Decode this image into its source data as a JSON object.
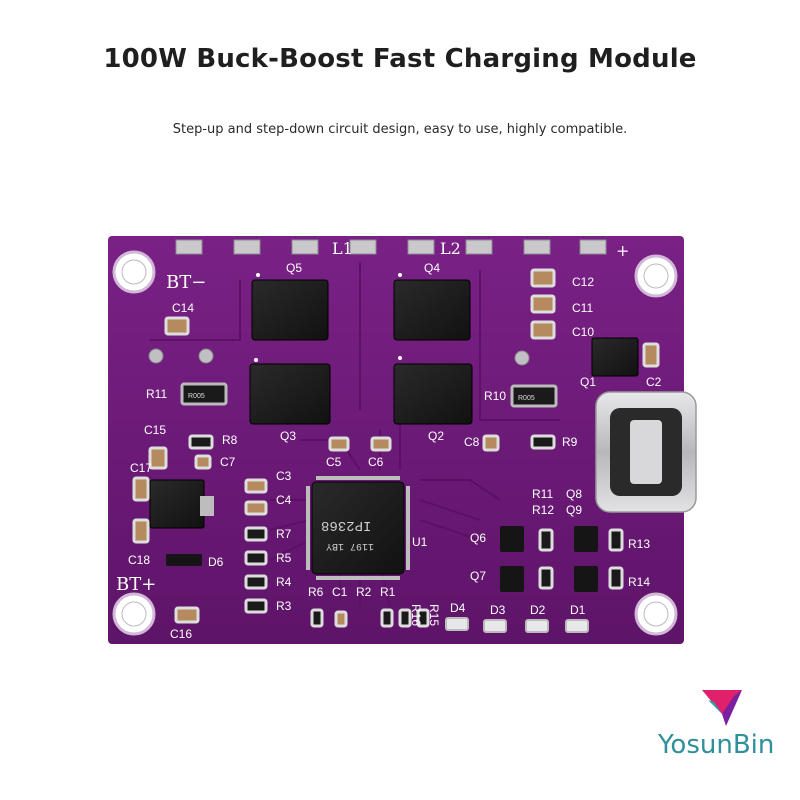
{
  "header": {
    "title": "100W Buck-Boost Fast Charging Module",
    "subtitle": "Step-up and step-down circuit design, easy to use, highly compatible."
  },
  "brand": {
    "name": "YosunBin"
  },
  "board": {
    "silk_labels": {
      "bt_minus": "BT−",
      "bt_plus": "BT+",
      "plus_right": "+",
      "q5": "Q5",
      "q4": "Q4",
      "q3": "Q3",
      "q2": "Q2",
      "q1": "Q1",
      "l1": "L1",
      "l2": "L2",
      "c14": "C14",
      "c12": "C12",
      "c11": "C11",
      "c10": "C10",
      "c2": "C2",
      "r11": "R11",
      "r10": "R10",
      "r005a": "R005",
      "r005b": "R005",
      "c15": "C15",
      "r8": "R8",
      "c7": "C7",
      "c5": "C5",
      "c6": "C6",
      "c8": "C8",
      "r9": "R9",
      "c17": "C17",
      "c3": "C3",
      "c4": "C4",
      "r7": "R7",
      "r5": "R5",
      "r4": "R4",
      "r3": "R3",
      "c18": "C18",
      "d6": "D6",
      "c16": "C16",
      "r6": "R6",
      "c1": "C1",
      "r2": "R2",
      "r1": "R1",
      "r16": "R16",
      "r15": "R15",
      "u1": "U1",
      "ic": "IP2368",
      "ic_line2": "1197 1BY",
      "r11b": "R11",
      "r12": "R12",
      "q8": "Q8",
      "q9": "Q9",
      "q6": "Q6",
      "q7": "Q7",
      "r13": "R13",
      "r14": "R14",
      "d4": "D4",
      "d3": "D3",
      "d2": "D2",
      "d1": "D1"
    }
  },
  "colors": {
    "pcb": "#6e1a7a",
    "pcb_dark": "#4f0f5a",
    "silk": "#ffffff",
    "pad": "#c9c9cc",
    "brand": "#2f8f9a"
  }
}
